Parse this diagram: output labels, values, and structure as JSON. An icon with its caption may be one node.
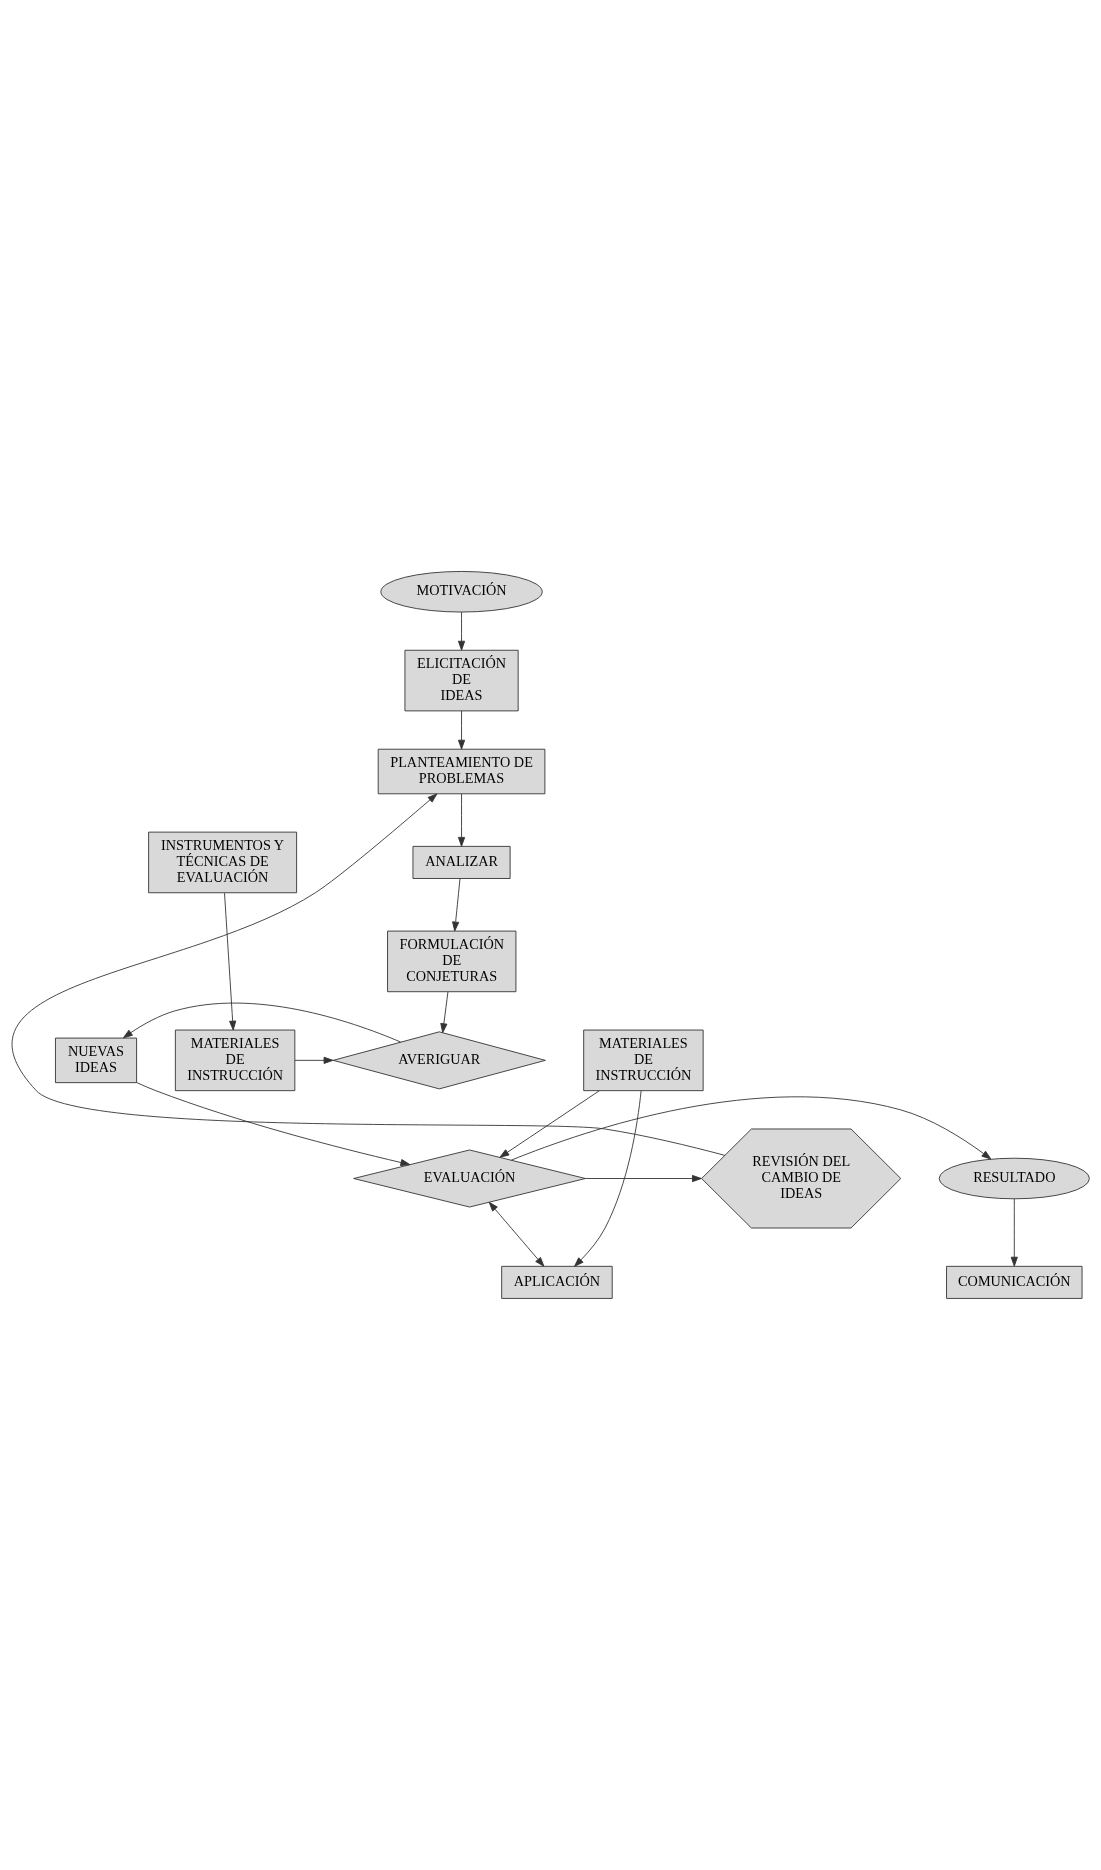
{
  "diagram": {
    "nodes": [
      {
        "text": [
          "MOTIVACIÓN"
        ]
      },
      {
        "text": [
          "ELICITACIÓN DE IDEAS"
        ]
      },
      {
        "text": [
          "PLANTEAMIENTO DE PROBLEMAS"
        ]
      },
      {
        "text": [
          "ANALIZAR"
        ]
      },
      {
        "text": [
          "INSTRUMENTOS Y TÉCNICAS DE EVALUACIÓN"
        ]
      },
      {
        "text": [
          "FORMULACIÓN DE CONJETURAS"
        ]
      },
      {
        "text": [
          "MATERIALES DE INSTRUCCIÓN"
        ]
      },
      {
        "text": [
          "AVERIGUAR"
        ]
      },
      {
        "text": [
          "NUEVAS IDEAS"
        ]
      },
      {
        "text": [
          "REVISIÓN DEL CAMBIO DE IDEAS"
        ]
      },
      {
        "text": [
          "EVALUACIÓN"
        ]
      },
      {
        "text": [
          "RESULTADO"
        ]
      },
      {
        "text": [
          "COMUNICACIÓN"
        ]
      },
      {
        "text": [
          "MATERIALES DE INSTRUCCIÓN"
        ]
      },
      {
        "text": [
          "APLICACIÓN"
        ]
      }
    ],
    "edges": [
      {
        "from": 0,
        "to": 1,
        "arrow": "to"
      },
      {
        "from": 1,
        "to": 2,
        "arrow": "to"
      },
      {
        "from": 2,
        "to": 3,
        "arrow": "to"
      },
      {
        "from": 3,
        "to": 5,
        "arrow": "to"
      },
      {
        "from": 4,
        "to": 6,
        "arrow": "to"
      },
      {
        "from": 5,
        "to": 7,
        "arrow": "to"
      },
      {
        "from": 6,
        "to": 7,
        "arrow": "to"
      },
      {
        "from": 7,
        "to": 8,
        "arrow": "to"
      },
      {
        "from": 8,
        "to": 10,
        "arrow": "to"
      },
      {
        "from": 10,
        "to": 9,
        "arrow": "to"
      },
      {
        "from": 10,
        "to": 11,
        "arrow": "to"
      },
      {
        "from": 9,
        "to": 2,
        "arrow": "to"
      },
      {
        "from": 11,
        "to": 12,
        "arrow": "to"
      },
      {
        "from": 13,
        "to": 10,
        "arrow": "to"
      },
      {
        "from": 13,
        "to": 14,
        "arrow": "to"
      },
      {
        "from": 10,
        "to": 14,
        "arrow": "both"
      }
    ]
  }
}
